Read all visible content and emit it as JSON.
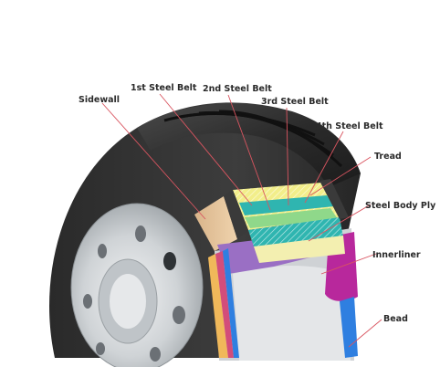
{
  "labels": {
    "sidewall": "Sidewall",
    "belt1": "1st Steel Belt",
    "belt2": "2nd Steel Belt",
    "belt3": "3rd Steel Belt",
    "belt4": "4th Steel Belt",
    "tread": "Tread",
    "body_ply": "Steel Body Ply",
    "innerliner": "Innerliner",
    "bead": "Bead"
  },
  "colors": {
    "tread_rubber": "#2b2b2b",
    "sidewall_cut": "#e8c9a0",
    "belt_yellow": "#f2ee8a",
    "belt_teal": "#2fb5b0",
    "belt_green": "#8fd88a",
    "body_ply_purple": "#9a6fc4",
    "innerliner_magenta": "#b8289c",
    "bead_blue": "#2f7fe0",
    "leader_line": "#d95560",
    "rim_silver": "#d7dadd"
  }
}
